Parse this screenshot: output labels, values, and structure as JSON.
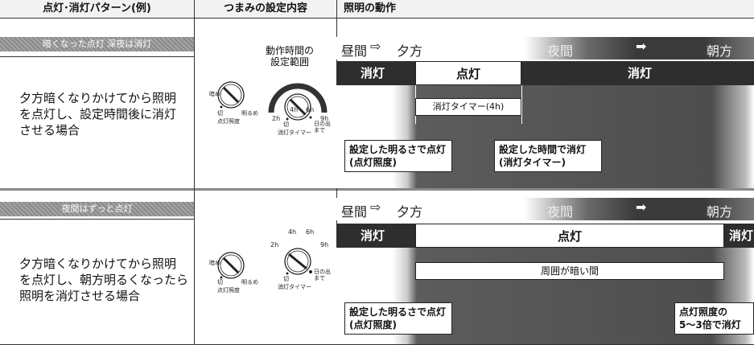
{
  "header": {
    "col1": "点灯･消灯パターン(例)",
    "col2": "つまみの設定内容",
    "col3": "照明の動作"
  },
  "timeline": {
    "labels": [
      "昼間",
      "夕方",
      "夜間",
      "朝方"
    ]
  },
  "knob_range": {
    "caption": "動作時間の\n設定範囲",
    "marks": [
      "4h",
      "6h",
      "2h",
      "9h",
      "切",
      "日の出\nまで"
    ]
  },
  "knobs": {
    "brightness": {
      "off": "切",
      "dark": "暗め",
      "bright": "明るめ",
      "caption": "点灯照度"
    },
    "timer": {
      "off": "切",
      "caption": "消灯タイマー"
    }
  },
  "rows": [
    {
      "banner": "暗くなった点灯 深夜は消灯",
      "description": "夕方暗くなりかけてから照明\nを点灯し、設定時間後に消灯\nさせる場合",
      "bands": [
        "消灯",
        "点灯",
        "消灯"
      ],
      "span_label": "消灯タイマー(4h)",
      "callouts": [
        "設定した明るさで点灯\n(点灯照度)",
        "設定した時間で消灯\n(消灯タイマー)"
      ]
    },
    {
      "banner": "夜間はずっと点灯",
      "description": "夕方暗くなりかけてから照明\nを点灯し、朝方明るくなったら\n照明を消灯させる場合",
      "bands": [
        "消灯",
        "点灯",
        "消灯"
      ],
      "span_label": "周囲が暗い間",
      "callouts": [
        "設定した明るさで点灯\n(点灯照度)",
        "点灯照度の\n5～3倍で消灯"
      ]
    }
  ]
}
